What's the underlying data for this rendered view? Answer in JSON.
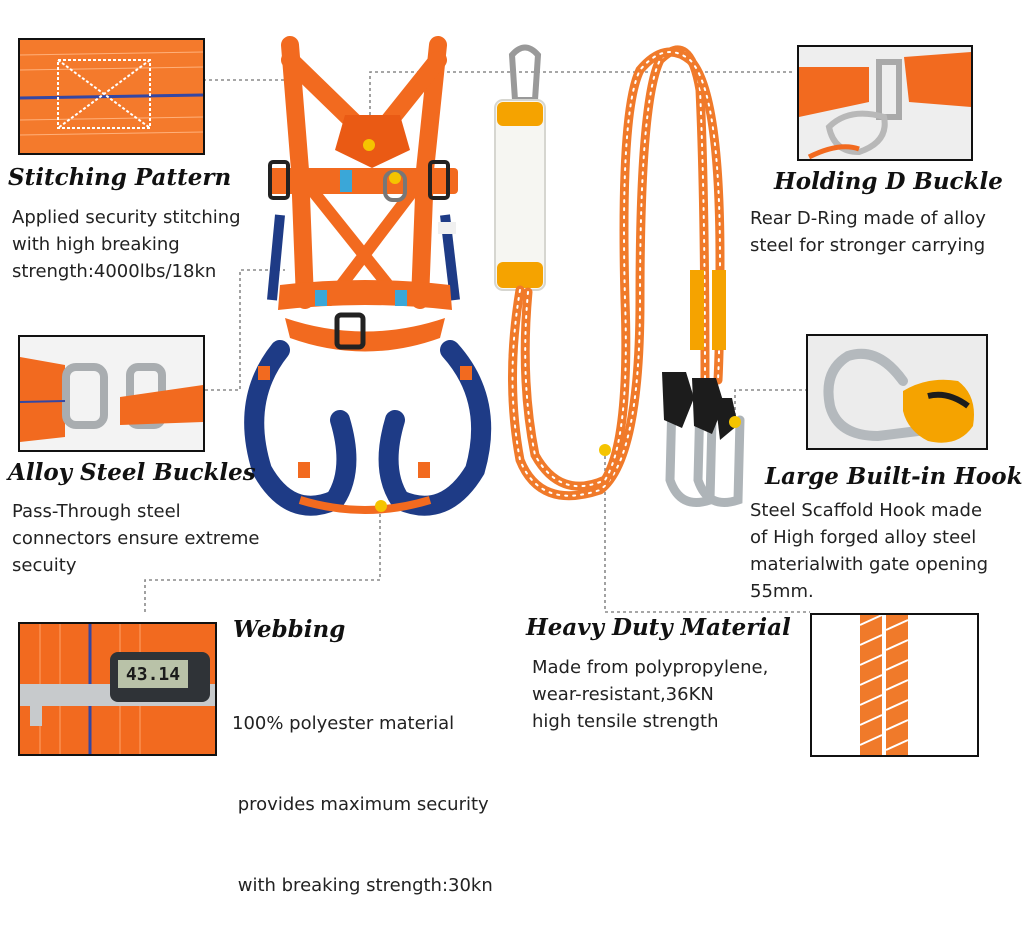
{
  "features": {
    "stitching": {
      "title": "Stitching Pattern",
      "lines": [
        "Applied security stitching",
        "with high breaking",
        "strength:4000lbs/18kn"
      ]
    },
    "d_buckle": {
      "title": "Holding D Buckle",
      "lines": [
        "Rear D-Ring made of alloy",
        "steel for stronger carrying"
      ]
    },
    "buckles": {
      "title": "Alloy Steel Buckles",
      "lines": [
        "Pass-Through steel",
        "connectors ensure extreme",
        "secuity"
      ]
    },
    "hook": {
      "title": "Large Built-in Hook",
      "lines": [
        "Steel Scaffold Hook made",
        "of High forged alloy steel",
        "materialwith gate opening",
        "55mm."
      ]
    },
    "webbing": {
      "title": "Webbing",
      "lines": [
        "100% polyester material",
        " provides maximum security",
        " with breaking strength:30kn"
      ]
    },
    "material": {
      "title": "Heavy Duty Material",
      "lines": [
        "Made from polypropylene,",
        "wear-resistant,36KN",
        "high tensile strength"
      ]
    }
  },
  "caliper_reading": "43.14",
  "colors": {
    "orange": "#f26a1f",
    "navy": "#1e3b86",
    "marker": "#f5c400",
    "leader": "#8a8a8a"
  }
}
